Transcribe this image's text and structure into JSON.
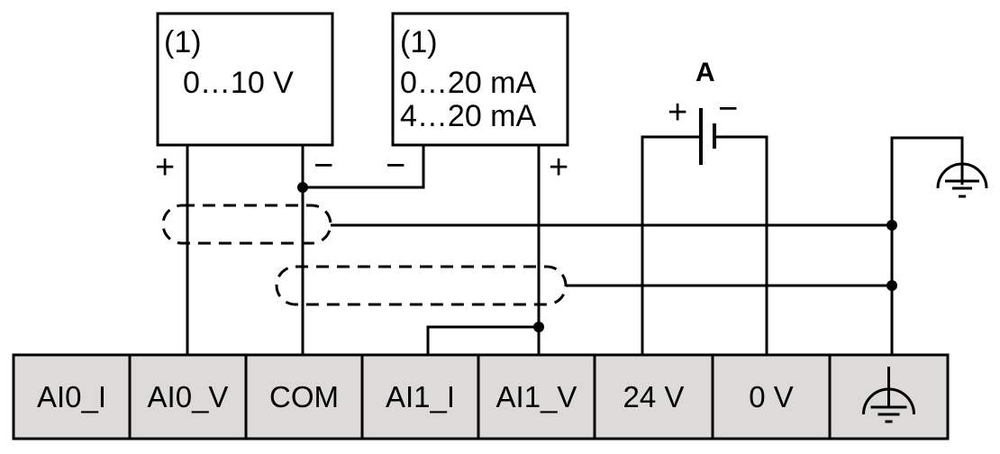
{
  "diagram": {
    "title": "Analog input wiring diagram",
    "devices": [
      {
        "id": "voltage-sensor",
        "note": "(1)",
        "lines": [
          "0…10 V"
        ],
        "plus": "+",
        "minus": "−"
      },
      {
        "id": "current-sensor",
        "note": "(1)",
        "lines": [
          "0…20 mA",
          "4…20 mA"
        ],
        "plus": "+",
        "minus": "−"
      }
    ],
    "power_supply": {
      "label": "A",
      "plus": "+",
      "minus": "−"
    },
    "terminals": [
      {
        "label": "AI0_I"
      },
      {
        "label": "AI0_V"
      },
      {
        "label": "COM"
      },
      {
        "label": "AI1_I"
      },
      {
        "label": "AI1_V"
      },
      {
        "label": "24 V"
      },
      {
        "label": "0 V"
      },
      {
        "label": "",
        "icon": "protective-earth-icon"
      }
    ],
    "shields": [
      "shield-cable-1",
      "shield-cable-2"
    ]
  }
}
